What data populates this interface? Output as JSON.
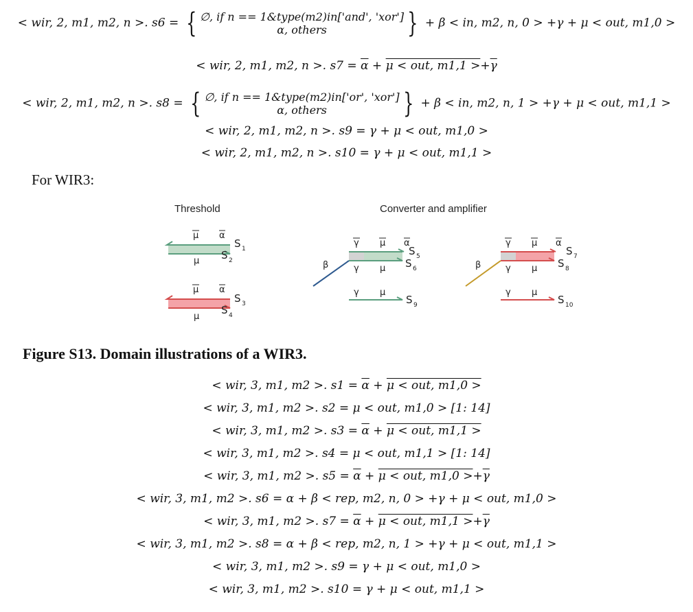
{
  "wir2_equations": {
    "s6": {
      "lhs": "< wir, 2, m1, m2, n >. s6 = ",
      "case1": "∅, if n == 1&type(m2)in['and', 'xor']",
      "case2": "α, others",
      "rhs": " + β < in, m2, n, 0 > +γ + μ < out, m1,0 >"
    },
    "s7": {
      "lhs": "< wir, 2, m1, m2, n >. s7 = ",
      "a": "α",
      "b": " + ",
      "c": "μ < out, m1,1 >",
      "d": "+",
      "e": "γ"
    },
    "s8": {
      "lhs": "< wir, 2, m1, m2, n >. s8 = ",
      "case1": "∅, if n == 1&type(m2)in['or', 'xor']",
      "case2": "α, others",
      "rhs": " + β < in, m2, n, 1 > +γ + μ < out, m1,1 >"
    },
    "s9": "< wir, 2, m1, m2, n >. s9 = γ + μ < out, m1,0 >",
    "s10": "< wir, 2, m1, m2, n >. s10 = γ + μ < out, m1,1 >"
  },
  "section_heading": "For WIR3:",
  "figure": {
    "threshold_title": "Threshold",
    "converter_title": "Converter and amplifier",
    "labels": {
      "mu_bar": "μ",
      "alpha_bar": "α",
      "gamma_bar": "γ",
      "mu": "μ",
      "gamma": "γ",
      "beta": "β",
      "s": "S",
      "n1": "1",
      "n2": "2",
      "n3": "3",
      "n4": "4",
      "n5": "5",
      "n6": "6",
      "n7": "7",
      "n8": "8",
      "n9": "9",
      "n10": "10"
    },
    "colors": {
      "green": "#5a9e7e",
      "green_fill": "#c2dcc9",
      "red": "#d44d4d",
      "red_fill": "#f4a3a8",
      "gray_fill": "#d3d3d3",
      "blue": "#2e5a8f",
      "gold": "#c49a2a"
    }
  },
  "caption": "Figure S13. Domain illustrations of a WIR3.",
  "wir3_equations": {
    "s1": {
      "lhs": "< wir, 3, m1, m2 >. s1 = ",
      "a": "α",
      "b": " + ",
      "c": "μ < out, m1,0 >"
    },
    "s2": "< wir, 3, m1, m2 >. s2 = μ < out, m1,0 > [1: 14]",
    "s3": {
      "lhs": "< wir, 3, m1, m2 >. s3 = ",
      "a": "α",
      "b": " + ",
      "c": "μ < out, m1,1 >"
    },
    "s4": "< wir, 3, m1, m2 >. s4 = μ < out, m1,1 > [1: 14]",
    "s5": {
      "lhs": "< wir, 3, m1, m2 >. s5 = ",
      "a": "α",
      "b": " + ",
      "c": "μ < out, m1,0 >",
      "d": "+",
      "e": "γ"
    },
    "s6": "< wir, 3, m1, m2 >. s6 = α + β < rep, m2, n, 0 > +γ + μ < out, m1,0 >",
    "s7": {
      "lhs": "< wir, 3, m1, m2 >. s7 = ",
      "a": "α",
      "b": " + ",
      "c": "μ < out, m1,1 >",
      "d": "+",
      "e": "γ"
    },
    "s8": "< wir, 3, m1, m2 >. s8 = α + β < rep, m2, n, 1 > +γ + μ < out, m1,1 >",
    "s9": "< wir, 3, m1, m2 >. s9 = γ + μ < out, m1,0 >",
    "s10": "< wir, 3, m1, m2 >. s10 = γ + μ < out, m1,1 >"
  }
}
